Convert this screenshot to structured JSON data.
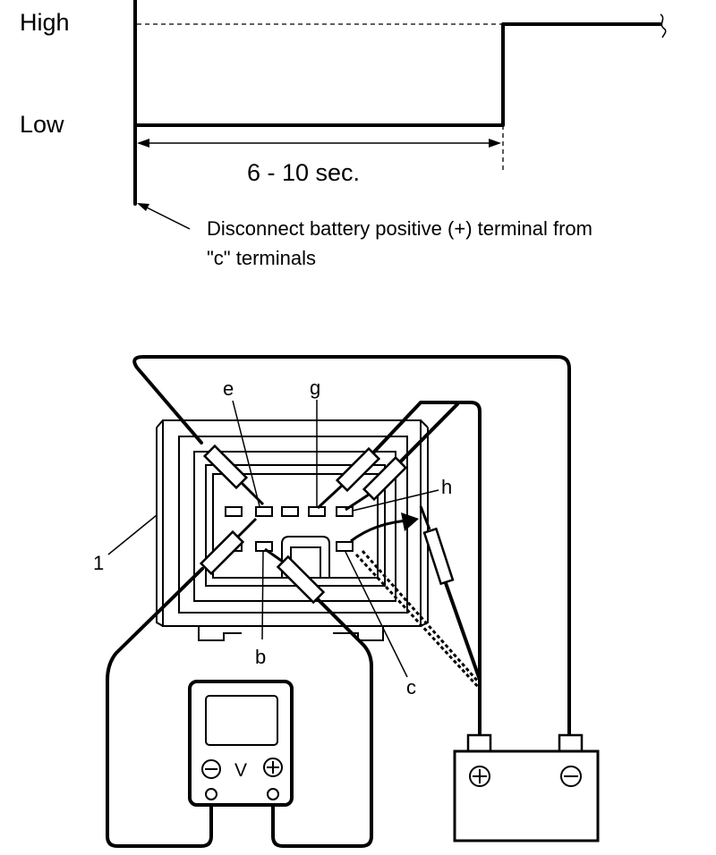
{
  "timing_chart": {
    "level_high": "High",
    "level_low": "Low",
    "duration": "6 - 10 sec.",
    "note_line1": "Disconnect battery positive (+) terminal from",
    "note_line2": "\"c\" terminals"
  },
  "connector_test": {
    "callout_1": "1",
    "terminal_e": "e",
    "terminal_g": "g",
    "terminal_h": "h",
    "terminal_b": "b",
    "terminal_c": "c",
    "voltmeter_unit": "V",
    "icons": [
      "minus-terminal-icon",
      "plus-terminal-icon"
    ]
  }
}
